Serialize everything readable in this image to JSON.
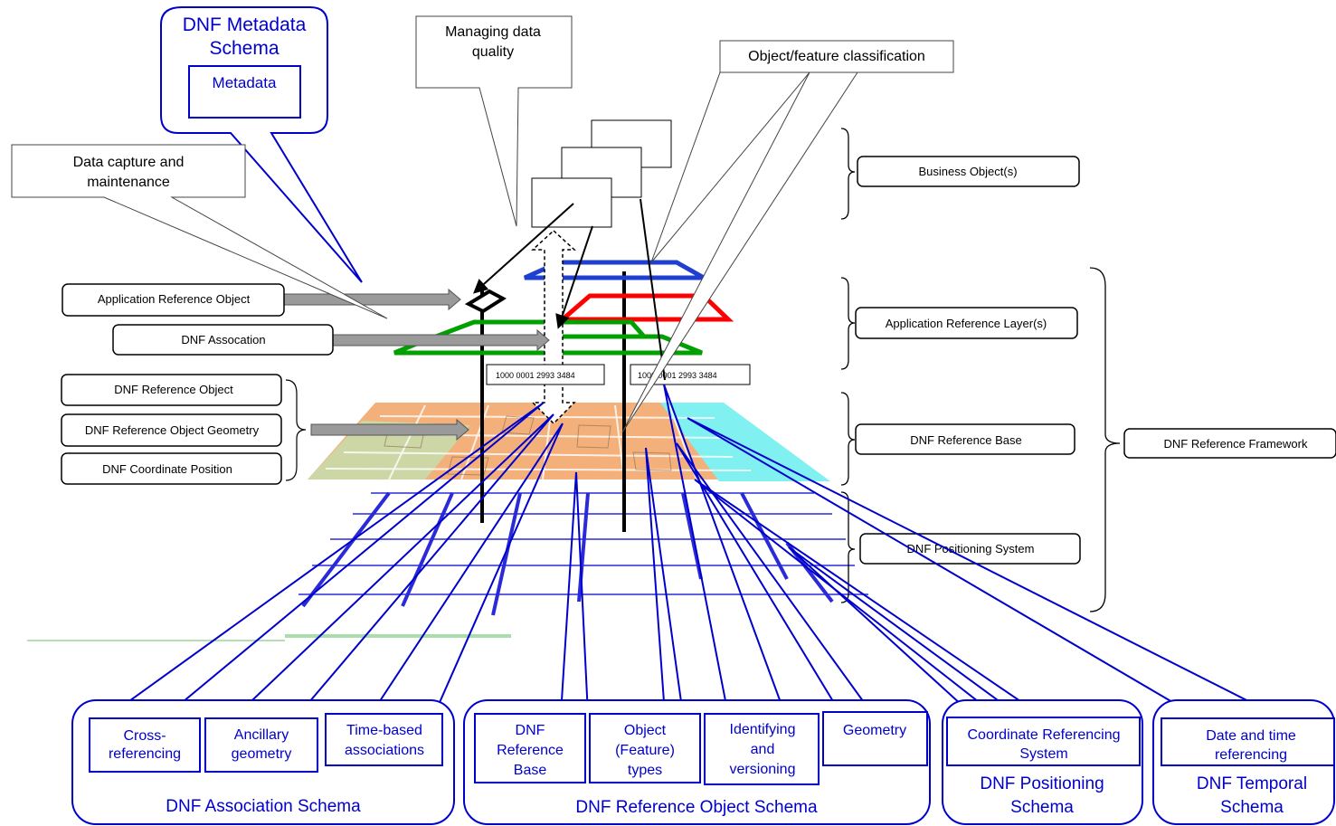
{
  "metadata_schema": {
    "title_line1": "DNF Metadata",
    "title_line2": "Schema",
    "item": "Metadata"
  },
  "callouts": {
    "managing_quality_line1": "Managing data",
    "managing_quality_line2": "quality",
    "classification": "Object/feature classification",
    "capture_line1": "Data capture and",
    "capture_line2": "maintenance"
  },
  "left_labels": {
    "app_ref_object": "Application Reference Object",
    "dnf_association": "DNF Assocation",
    "dnf_ref_object": "DNF Reference Object",
    "dnf_ref_geometry": "DNF Reference Object Geometry",
    "dnf_coord_position": "DNF Coordinate Position"
  },
  "right_labels": {
    "business_objects": "Business Object(s)",
    "app_ref_layers": "Application Reference Layer(s)",
    "dnf_ref_base": "DNF Reference Base",
    "dnf_positioning_system": "DNF Positioning System",
    "dnf_ref_framework": "DNF Reference Framework"
  },
  "id_labels": {
    "id1": "1000 0001 2993 3484",
    "id2": "1000 0001 2993 3484"
  },
  "schemas": {
    "association": {
      "title": "DNF Association Schema",
      "items": [
        {
          "line1": "Cross-",
          "line2": "referencing"
        },
        {
          "line1": "Ancillary",
          "line2": "geometry"
        },
        {
          "line1": "Time-based",
          "line2": "associations"
        }
      ]
    },
    "reference_object": {
      "title": "DNF Reference Object Schema",
      "items": [
        {
          "line1": "DNF",
          "line2": "Reference",
          "line3": "Base"
        },
        {
          "line1": "Object",
          "line2": "(Feature)",
          "line3": "types"
        },
        {
          "line1": "Identifying",
          "line2": "and",
          "line3": "versioning"
        },
        {
          "line1": "Geometry"
        }
      ]
    },
    "positioning": {
      "title_line1": "DNF Positioning",
      "title_line2": "Schema",
      "item_line1": "Coordinate Referencing",
      "item_line2": "System"
    },
    "temporal": {
      "title_line1": "DNF Temporal",
      "title_line2": "Schema",
      "item_line1": "Date and time",
      "item_line2": "referencing"
    }
  },
  "colors": {
    "schema_blue": "#0000cc",
    "layer_blue": "#1f3fd0",
    "layer_red": "#ff0000",
    "layer_green": "#00a000",
    "map_orange": "#f3b07a",
    "map_cyan": "#80f0f0",
    "grid_blue": "#2a2ad8"
  }
}
